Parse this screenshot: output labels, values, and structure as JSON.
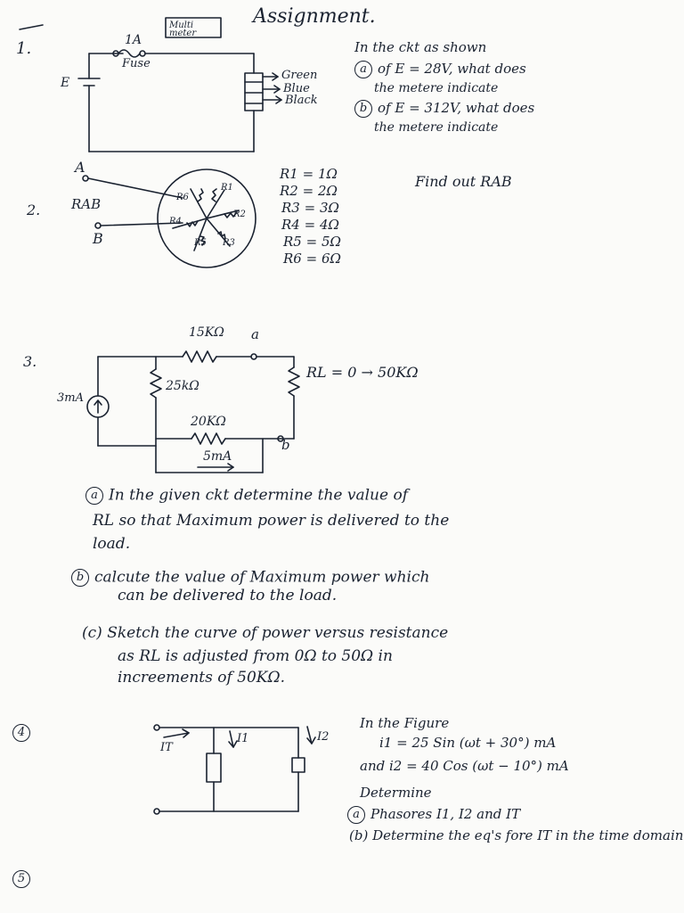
{
  "title": "Assignment.",
  "q1": {
    "number": "1.",
    "meter_label": "Multi meter",
    "current_label": "1A",
    "fuse_label": "Fuse",
    "source_label": "E",
    "leads": [
      "Green",
      "Blue",
      "Black"
    ],
    "text_lines": [
      "In the ckt as shown",
      "of E = 28V, what does",
      "the metere indicate",
      "of E = 312V, what does",
      "the metere indicate"
    ],
    "part_a": "a",
    "part_b": "b"
  },
  "q2": {
    "number": "2.",
    "rab_label": "RAB",
    "node_a": "A",
    "node_b": "B",
    "resistor_labels": [
      "R6",
      "R1",
      "R2",
      "R3",
      "R4",
      "R5"
    ],
    "values": [
      "R1 = 1Ω",
      "R2 = 2Ω",
      "R3 = 3Ω",
      "R4 = 4Ω",
      "R5 = 5Ω",
      "R6 = 6Ω"
    ],
    "task": "Find out RAB"
  },
  "q3": {
    "number": "3.",
    "r_top": "15KΩ",
    "node_a": "a",
    "node_b": "b",
    "r_left": "25kΩ",
    "rl": "RL = 0 → 50KΩ",
    "source_left": "3mA",
    "r_mid": "20KΩ",
    "source_bottom": "5mA",
    "part_a_label": "a",
    "part_a_lines": [
      "In the given ckt determine the value of",
      "RL so that Maximum power is delivered to the",
      "load."
    ],
    "part_b_label": "b",
    "part_b_lines": [
      "calcute the value of Maximum power which",
      "can be delivered to the load."
    ],
    "part_c_label": "(c)",
    "part_c_lines": [
      "Sketch the curve of power versus resistance",
      "as RL is adjusted from 0Ω to 50Ω in",
      "increements of 50KΩ."
    ]
  },
  "q4": {
    "number": "4",
    "it_label": "IT",
    "i1_label": "I1",
    "i2_label": "I2",
    "text_lines": [
      "In the Figure",
      "i1 = 25 Sin (ωt + 30°) mA",
      "and i2 = 40 Cos (ωt − 10°) mA",
      "Determine"
    ],
    "part_a_label": "a",
    "part_a": "Phasores I1, I2 and IT",
    "part_b_label": "(b)",
    "part_b": "Determine the eq's fore IT in the time domain."
  },
  "q5": {
    "number": "5"
  }
}
